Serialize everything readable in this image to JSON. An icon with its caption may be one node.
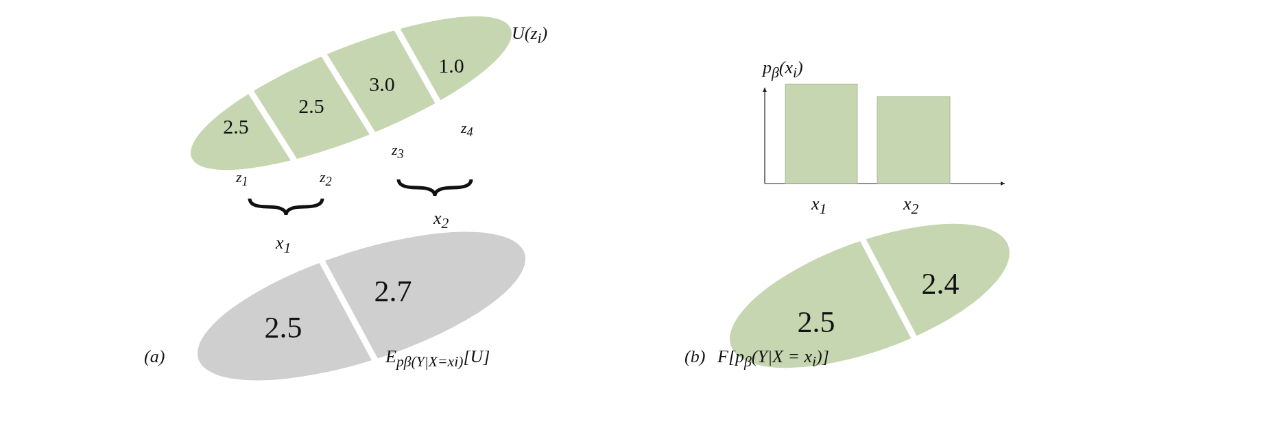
{
  "diagram": {
    "nodes": [
      {
        "text": [
          "2.5"
        ]
      },
      {
        "text": [
          "2.5"
        ]
      },
      {
        "text": [
          "3.0"
        ]
      },
      {
        "text": [
          "1.0"
        ]
      },
      {
        "text": [
          "2.5"
        ]
      },
      {
        "text": [
          "2.7"
        ]
      },
      {
        "text": [
          "2.5"
        ]
      },
      {
        "text": [
          "2.4"
        ]
      }
    ],
    "edges": [],
    "labels": [
      "U(z$_{i}$)",
      "p$_{β}$(x$_{i}$)",
      "z$_{4}$",
      "z$_{3}$",
      "z$_{1}$",
      "z$_{2}$",
      "x$_{1}$",
      "x$_{2}$",
      "x$_{2}$",
      "x$_{1}$",
      "(a)",
      "E$_{pβ(Y|X=xi)}$[U]",
      "(b)",
      "F[p$_{β}$(Y|X = x$_{i}$)]"
    ]
  }
}
